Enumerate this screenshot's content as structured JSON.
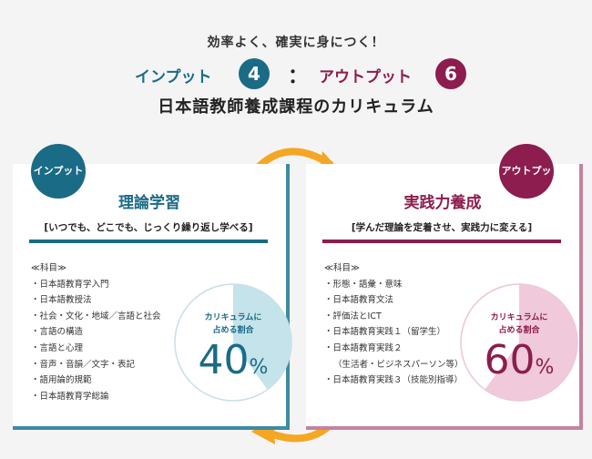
{
  "header": {
    "tagline": "効率よく、確実に身につく！",
    "input_label": "インプット",
    "input_count": "4",
    "colon": "：",
    "output_label": "アウトプット",
    "output_count": "6",
    "title": "日本語教師養成課程のカリキュラム"
  },
  "cards": {
    "input": {
      "badge": "インプット",
      "title": "理論学習",
      "subtitle": "[いつでも、どこでも、じっくり繰り返し学べる]",
      "subjects_heading": "≪科目≫",
      "subjects": [
        "日本語教育学入門",
        "日本語教授法",
        "社会・文化・地域／言語と社会",
        "言語の構造",
        "言語と心理",
        "音声・音韻／文字・表記",
        "語用論的規範",
        "日本語教育学総論"
      ],
      "ratio_caption_1": "カリキュラムに",
      "ratio_caption_2": "占める割合",
      "ratio_value": "40",
      "ratio_unit": "%",
      "ratio_fraction": 0.4,
      "color": "#1a6b86"
    },
    "output": {
      "badge": "アウトプット",
      "title": "実践力養成",
      "subtitle": "[学んだ理論を定着させ、実践力に変える]",
      "subjects_heading": "≪科目≫",
      "subjects": [
        "形態・語彙・意味",
        "日本語教育文法",
        "評価法とICT",
        "日本語教育実践１（留学生）",
        "日本語教育実践２"
      ],
      "subjects_cont": "（生活者・ビジネスパーソン等）",
      "subjects_last": "日本語教育実践３（技能別指導）",
      "ratio_caption_1": "カリキュラムに",
      "ratio_caption_2": "占める割合",
      "ratio_value": "60",
      "ratio_unit": "%",
      "ratio_fraction": 0.6,
      "color": "#8c1d4e"
    }
  },
  "colors": {
    "teal": "#1a6b86",
    "wine": "#8c1d4e",
    "arrow": "#f5a623"
  },
  "icons": [
    "cycle-arrow-icon",
    "cycle-arrow-icon"
  ]
}
